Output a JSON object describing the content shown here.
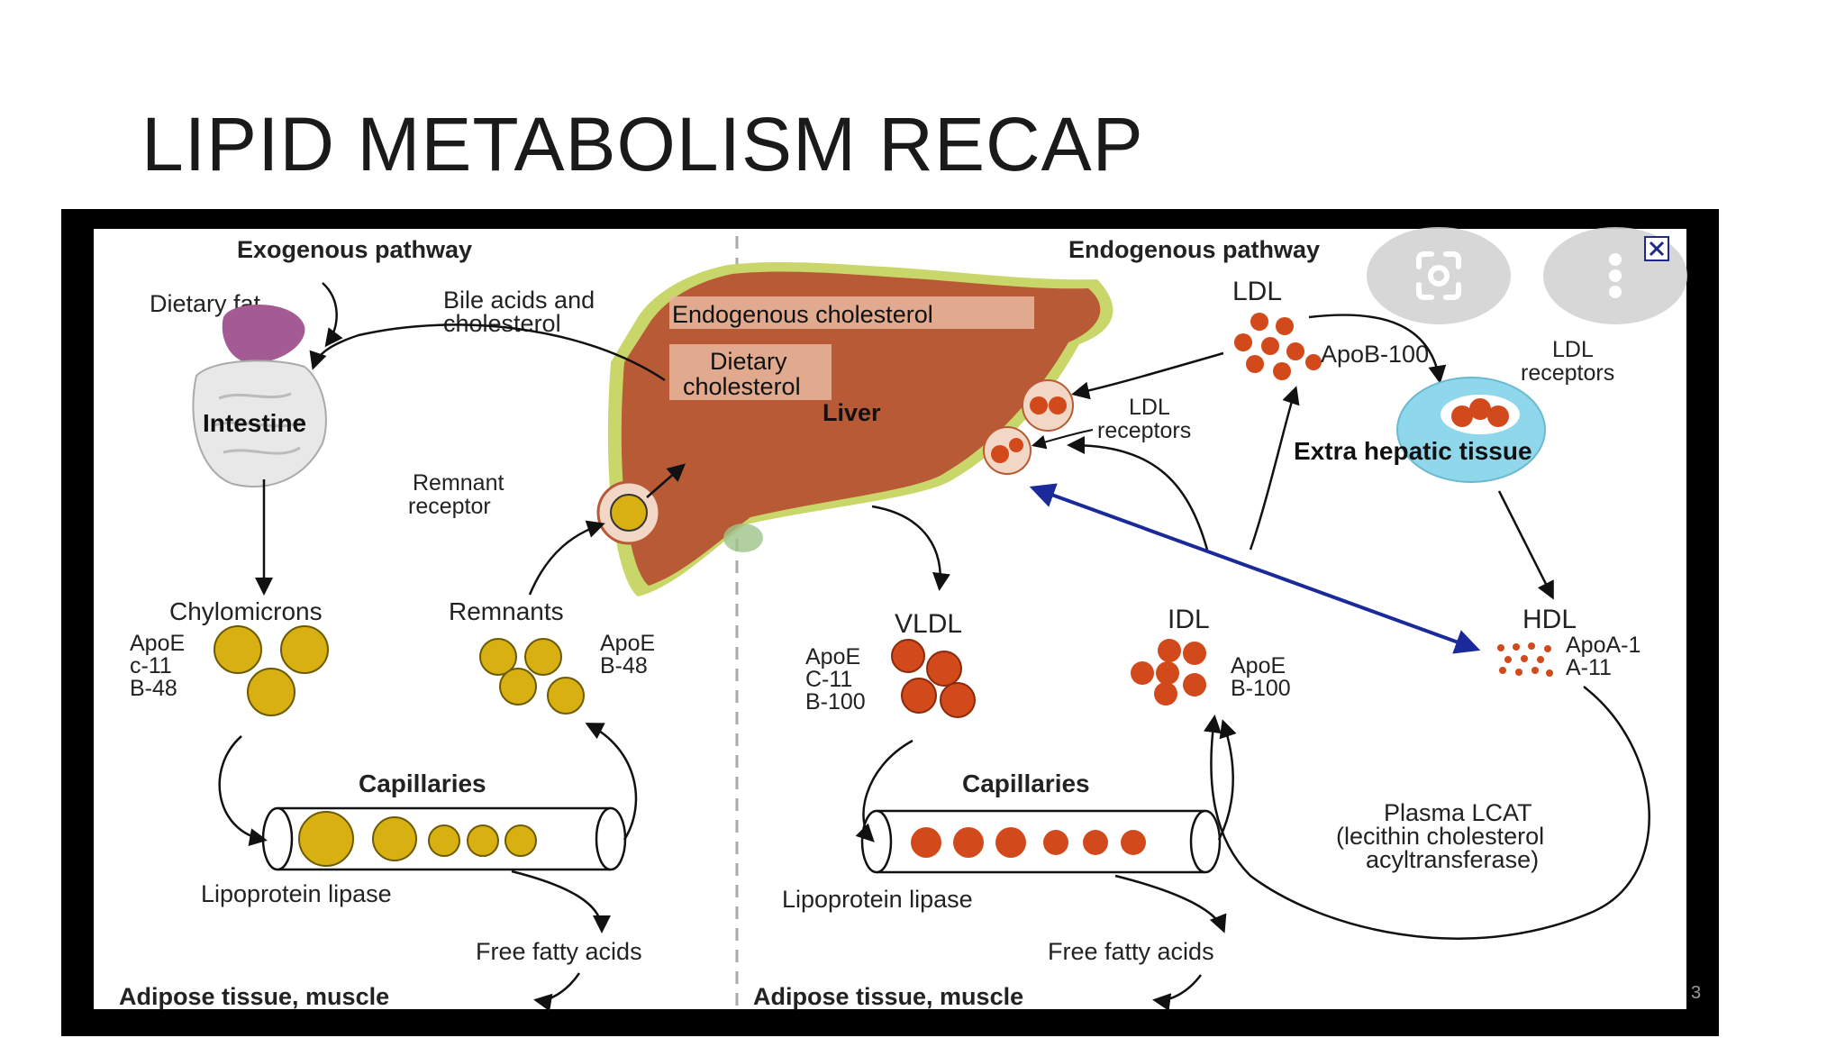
{
  "slide": {
    "title": "LIPID METABOLISM RECAP",
    "page_number": "3"
  },
  "diagram": {
    "exogenous": {
      "heading": "Exogenous pathway",
      "dietary_fat": "Dietary fat",
      "bile_line1": "Bile acids and",
      "bile_line2": "cholesterol",
      "intestine": "Intestine",
      "remnant_receptor_line1": "Remnant",
      "remnant_receptor_line2": "receptor",
      "chylomicrons": "Chylomicrons",
      "chylo_apo": [
        "ApoE",
        "c-11",
        "B-48"
      ],
      "remnants": "Remnants",
      "remnant_apo": [
        "ApoE",
        "B-48"
      ],
      "capillaries": "Capillaries",
      "lipoprotein_lipase": "Lipoprotein lipase",
      "free_fatty_acids": "Free fatty acids",
      "adipose": "Adipose tissue, muscle"
    },
    "liver": {
      "endogenous_cholesterol": "Endogenous cholesterol",
      "label": "Liver",
      "dietary_line1": "Dietary",
      "dietary_line2": "cholesterol",
      "ldl_receptors_line1": "LDL",
      "ldl_receptors_line2": "receptors"
    },
    "endogenous": {
      "heading": "Endogenous pathway",
      "ldl": "LDL",
      "ldl_apo": "ApoB-100",
      "ldl_receptors_line1": "LDL",
      "ldl_receptors_line2": "receptors",
      "extra_hepatic": "Extra hepatic tissue",
      "vldl": "VLDL",
      "vldl_apo": [
        "ApoE",
        "C-11",
        "B-100"
      ],
      "idl": "IDL",
      "idl_apo": [
        "ApoE",
        "B-100"
      ],
      "hdl": "HDL",
      "hdl_apo": [
        "ApoA-1",
        "A-11"
      ],
      "capillaries": "Capillaries",
      "lipoprotein_lipase": "Lipoprotein lipase",
      "free_fatty_acids": "Free fatty acids",
      "adipose": "Adipose tissue, muscle",
      "lcat_line1": "Plasma LCAT",
      "lcat_line2": "(lecithin cholesterol",
      "lcat_line3": "acyltransferase)"
    }
  },
  "colors": {
    "liver": "#b85a35",
    "yellow_particle": "#d9b012",
    "red_particle": "#d24a1c",
    "tissue": "#8fd8ec",
    "blue_arrow": "#1a2a9a"
  },
  "icons": {
    "lens": "google-lens-icon",
    "more": "more-vertical-icon",
    "close": "close-icon"
  }
}
